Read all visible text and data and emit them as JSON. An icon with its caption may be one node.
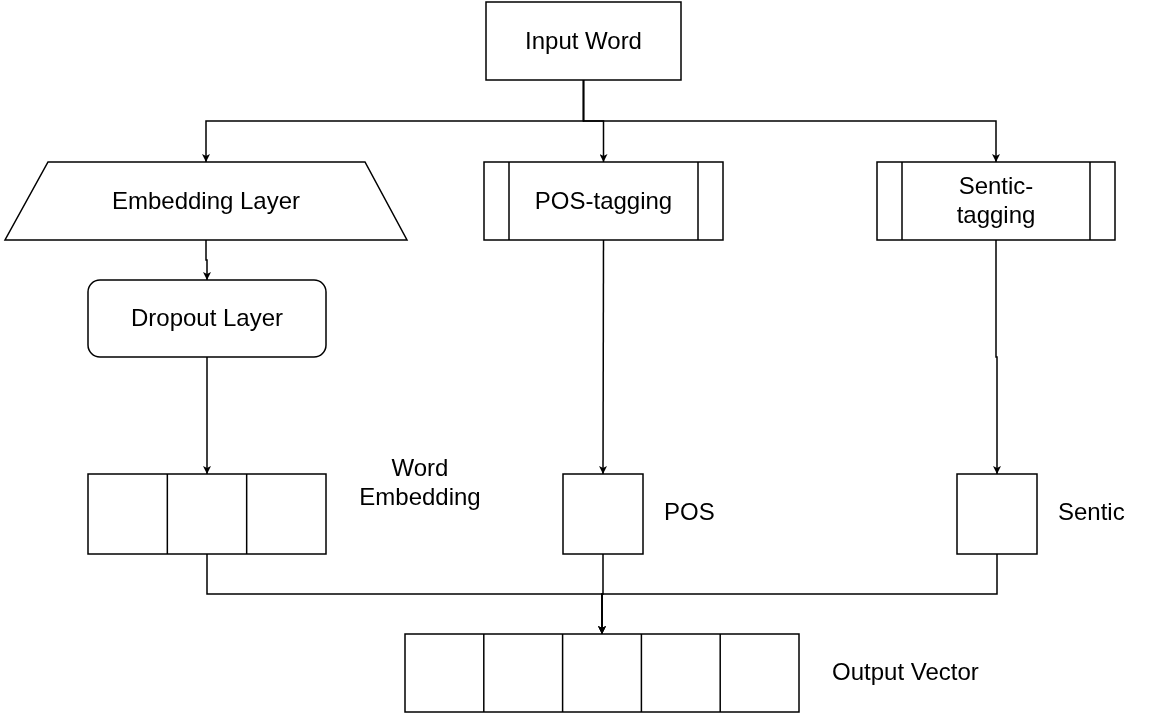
{
  "diagram": {
    "nodes": [
      {
        "text": [
          "Input Word"
        ]
      },
      {
        "text": [
          "Embedding Layer"
        ]
      },
      {
        "text": [
          "POS-tagging"
        ]
      },
      {
        "text": [
          "Sentic-tagging"
        ]
      },
      {
        "text": [
          "Dropout Layer"
        ]
      },
      {
        "text": [],
        "shape": "box",
        "beside": [
          "Word Embedding"
        ]
      },
      {
        "text": [],
        "shape": "box",
        "beside": [
          "POS"
        ]
      },
      {
        "text": [],
        "shape": "box",
        "beside": [
          "Sentic"
        ]
      },
      {
        "text": [],
        "shape": "box",
        "beside": [
          "Output Vector"
        ]
      }
    ],
    "edges": [
      {
        "from": 0,
        "to": 1,
        "arrow": "to"
      },
      {
        "from": 0,
        "to": 2,
        "arrow": "to"
      },
      {
        "from": 0,
        "to": 3,
        "arrow": "to"
      },
      {
        "from": 1,
        "to": 4,
        "arrow": "to"
      },
      {
        "from": 4,
        "to": 5,
        "arrow": "to"
      },
      {
        "from": 2,
        "to": 6,
        "arrow": "to"
      },
      {
        "from": 3,
        "to": 7,
        "arrow": "to"
      },
      {
        "from": 5,
        "to": 8,
        "arrow": "to"
      },
      {
        "from": 6,
        "to": 8,
        "arrow": "to"
      },
      {
        "from": 7,
        "to": 8,
        "arrow": "to"
      }
    ]
  }
}
